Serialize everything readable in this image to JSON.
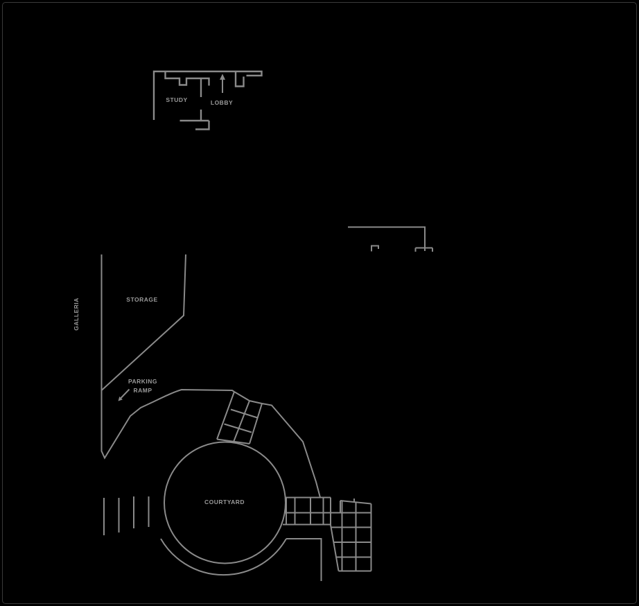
{
  "plan": {
    "theme": {
      "background": "#000000",
      "line_color": "#8a8a8a",
      "label_color": "#9a9a9a",
      "border_color": "#3a3a3a"
    },
    "rooms": {
      "study": "STUDY",
      "lobby": "LOBBY",
      "galleria": "GALLERIA",
      "storage": "STORAGE",
      "parking_line1": "PARKING",
      "parking_line2": "RAMP",
      "courtyard": "COURTYARD"
    },
    "icons": {
      "lobby_arrow": "arrow-up",
      "ramp_arrow": "arrow-down-left"
    }
  }
}
